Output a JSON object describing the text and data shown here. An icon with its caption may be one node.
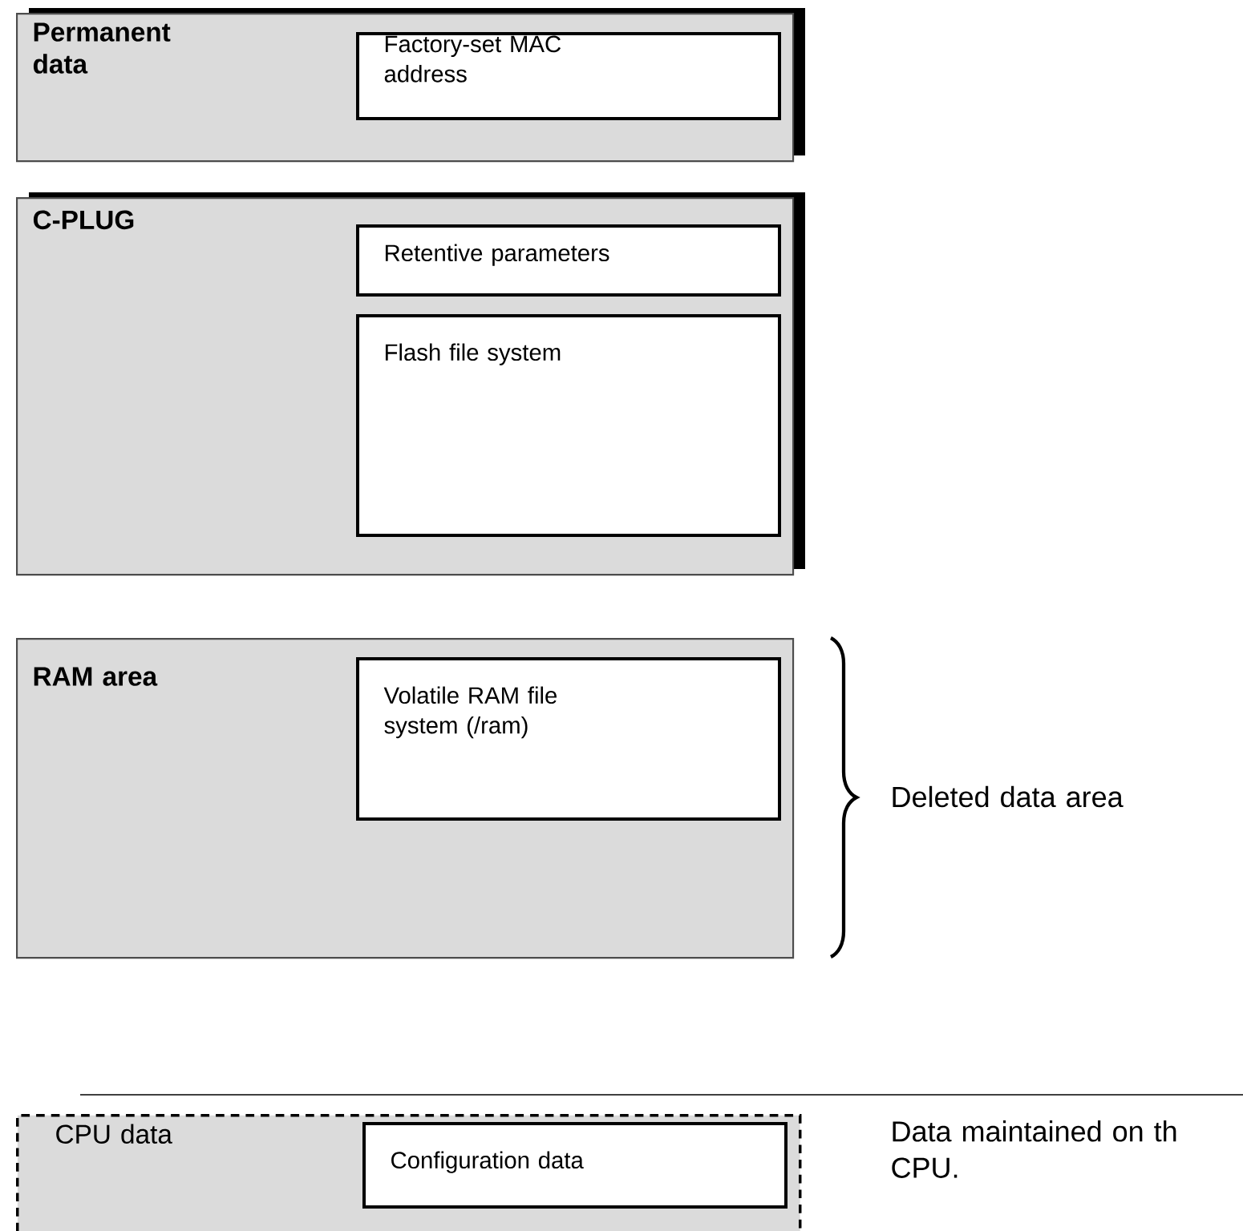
{
  "diagram": {
    "nodes": [
      {
        "text": [
          "Permanent data"
        ]
      },
      {
        "text": [
          "Factory-set MAC address"
        ],
        "in": 0
      },
      {
        "text": [
          "C-PLUG"
        ]
      },
      {
        "text": [
          "Retentive parameters"
        ],
        "in": 2
      },
      {
        "text": [
          "Flash file system"
        ],
        "in": 2
      },
      {
        "text": [
          "RAM area"
        ]
      },
      {
        "text": [
          "Volatile RAM file system (/ram)"
        ],
        "in": 5
      },
      {
        "text": [
          "CPU data"
        ]
      },
      {
        "text": [
          "Configuration data"
        ],
        "in": 7
      }
    ],
    "edges": [],
    "labels": [
      "Deleted data area",
      "Data maintained on th CPU."
    ]
  }
}
